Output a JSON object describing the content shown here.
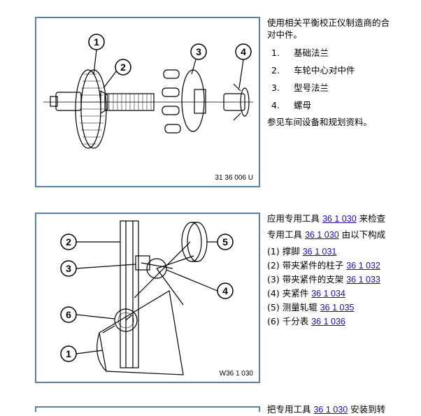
{
  "section1": {
    "figure_code": "31 36 006 U",
    "callouts": [
      "1",
      "2",
      "3",
      "4"
    ],
    "intro": "使用相关平衡校正仪制造商的合",
    "intro_cont": "对中件。",
    "items": [
      {
        "num": "1.",
        "text": "基础法兰"
      },
      {
        "num": "2.",
        "text": "车轮中心对中件"
      },
      {
        "num": "3.",
        "text": "型号法兰"
      },
      {
        "num": "4.",
        "text": "螺母"
      }
    ],
    "note": "参见车间设备和规划资料。"
  },
  "section2": {
    "figure_code": "W36 1 030",
    "callouts": [
      "1",
      "2",
      "3",
      "4",
      "5",
      "6"
    ],
    "line1_prefix": "应用专用工具 ",
    "line1_link": "36 1 030",
    "line1_suffix": " 来检查",
    "line2_prefix": "专用工具 ",
    "line2_link": "36 1 030",
    "line2_suffix": " 由以下构成",
    "items": [
      {
        "num": "(1)",
        "text": "撑脚 ",
        "link": "36 1 031"
      },
      {
        "num": "(2)",
        "text": "带夹紧件的柱子 ",
        "link": "36 1 032"
      },
      {
        "num": "(3)",
        "text": "带夹紧件的支架 ",
        "link": "36 1 033"
      },
      {
        "num": "(4)",
        "text": "夹紧件 ",
        "link": "36 1 034"
      },
      {
        "num": "(5)",
        "text": "测量轧辊 ",
        "link": "36 1 035"
      },
      {
        "num": "(6)",
        "text": "千分表 ",
        "link": "36 1 036"
      }
    ]
  },
  "section3": {
    "line_prefix": "把专用工具 ",
    "line_link": "36 1 030",
    "line_suffix": " 安装到转"
  }
}
